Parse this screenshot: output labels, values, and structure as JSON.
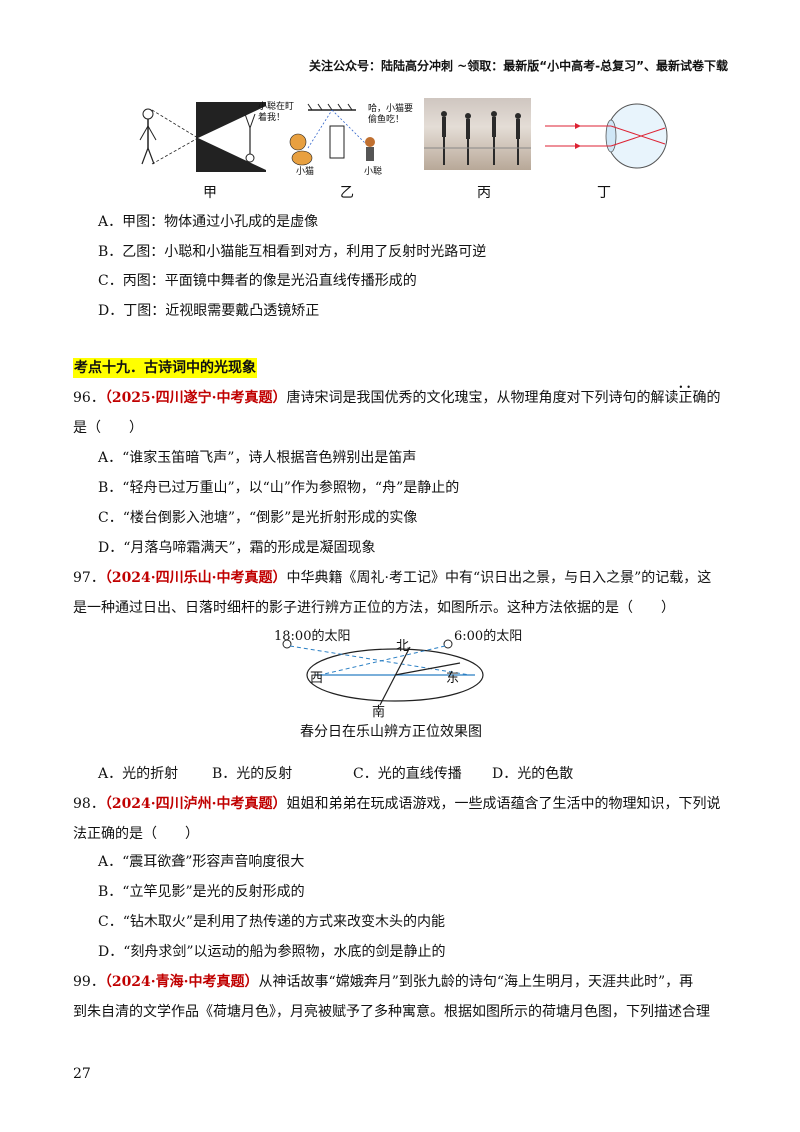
{
  "header": "关注公众号：陆陆高分冲刺 ~领取：最新版“小中高考-总复习”、最新试卷下载",
  "figure_top": {
    "labels": [
      "甲",
      "乙",
      "丙",
      "丁"
    ],
    "speech_left": "小聪在盯着我！",
    "speech_right": "哈，小猫要偷鱼吃！",
    "cat_label": "小猫",
    "boy_label": "小聪"
  },
  "q95_options": [
    "A．甲图：物体通过小孔成的是虚像",
    "B．乙图：小聪和小猫能互相看到对方，利用了反射时光路可逆",
    "C．丙图：平面镜中舞者的像是光沿直线传播形成的",
    "D．丁图：近视眼需要戴凸透镜矫正"
  ],
  "section_title": "考点十九．古诗词中的光现象",
  "q96": {
    "num": "96．",
    "source": "（2025·四川遂宁·中考真题）",
    "stem_a": "唐诗宋词是我国优秀的文化瑰宝，从物理角度对下列诗句的解读",
    "stem_emph": "正确",
    "stem_b": "的",
    "stem_line2": "是（　　）",
    "options": [
      "A．“谁家玉笛暗飞声”，诗人根据音色辨别出是笛声",
      "B．“轻舟已过万重山”，以“山”作为参照物，“舟”是静止的",
      "C．“楼台倒影入池塘”，“倒影”是光折射形成的实像",
      "D．“月落乌啼霜满天”，霜的形成是凝固现象"
    ]
  },
  "q97": {
    "num": "97．",
    "source": "（2024·四川乐山·中考真题）",
    "stem_a": "中华典籍《周礼·考工记》中有“识日出之景，与日入之景”的记载，这",
    "stem_line2": "是一种通过日出、日落时细杆的影子进行辨方正位的方法，如图所示。这种方法依据的是（　　）",
    "figure": {
      "sun_evening": "18:00的太阳",
      "sun_morning": "6:00的太阳",
      "north": "北",
      "south": "南",
      "west": "西",
      "east": "东",
      "caption": "春分日在乐山辨方正位效果图"
    },
    "options": [
      "A．光的折射",
      "B．光的反射",
      "C．光的直线传播",
      "D．光的色散"
    ]
  },
  "q98": {
    "num": "98．",
    "source": "（2024·四川泸州·中考真题）",
    "stem_a": "姐姐和弟弟在玩成语游戏，一些成语蕴含了生活中的物理知识，下列说",
    "stem_line2": "法正确的是（　　）",
    "options": [
      "A．“震耳欲聋”形容声音响度很大",
      "B．“立竿见影”是光的反射形成的",
      "C．“钻木取火”是利用了热传递的方式来改变木头的内能",
      "D．“刻舟求剑”以运动的船为参照物，水底的剑是静止的"
    ]
  },
  "q99": {
    "num": "99．",
    "source": "（2024·青海·中考真题）",
    "stem_a": "从神话故事“嫦娥奔月”到张九龄的诗句“海上生明月，天涯共此时”，再",
    "stem_line2": "到朱自清的文学作品《荷塘月色》，月亮被赋予了多种寓意。根据如图所示的荷塘月色图，下列描述合理"
  },
  "page_number": "27"
}
